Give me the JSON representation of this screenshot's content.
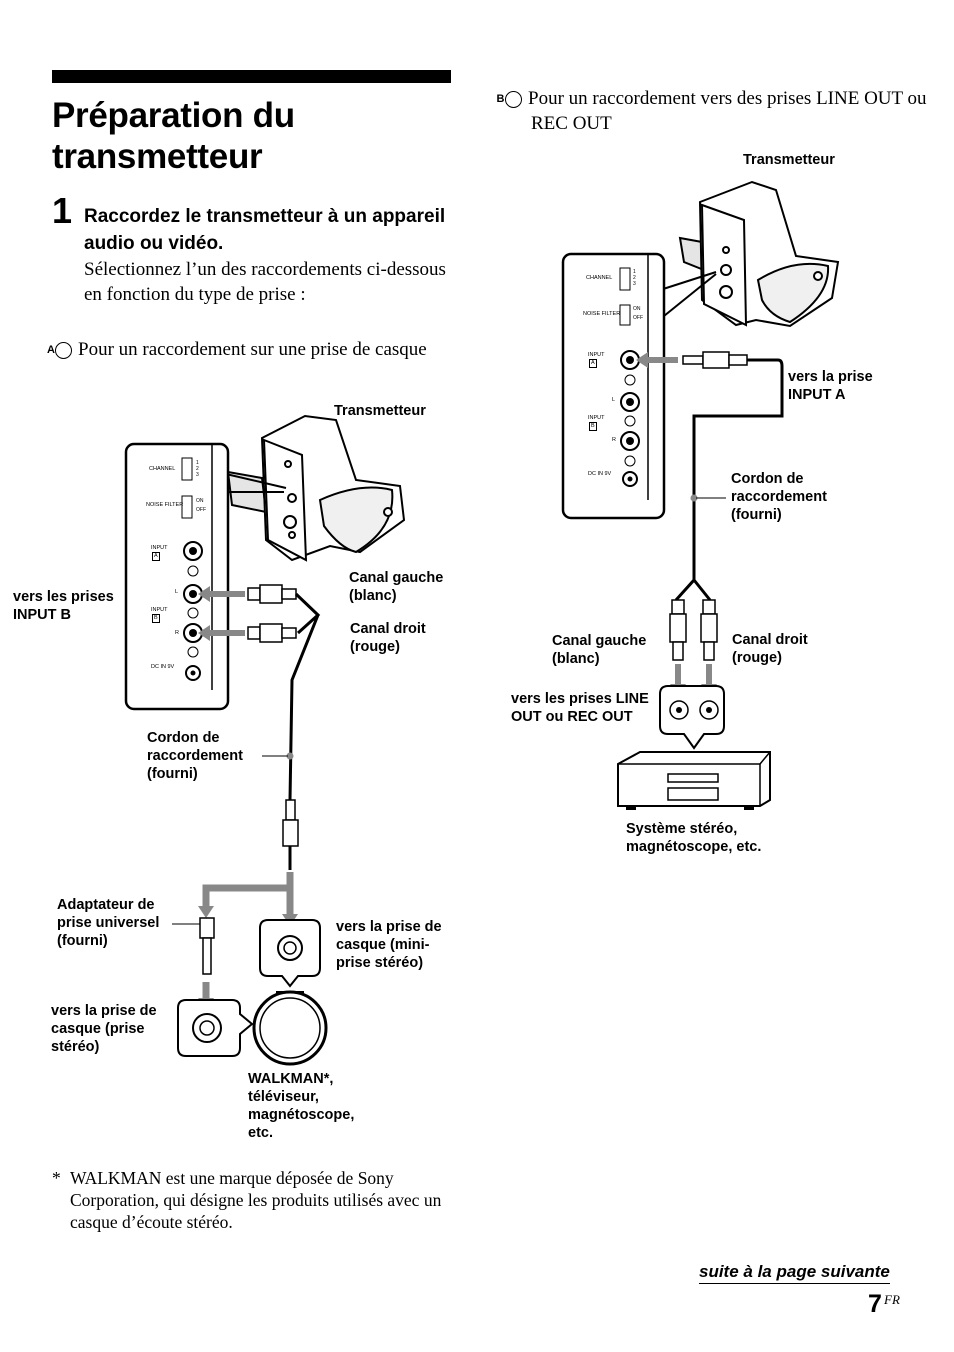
{
  "page": {
    "title": "Préparation du transmetteur",
    "step": {
      "number": "1",
      "heading": "Raccordez le transmetteur à un appareil audio ou vidéo.",
      "body": "Sélectionnez l’un des raccordements ci-dessous en fonction du type de prise :"
    },
    "option_a": {
      "marker": "A",
      "text": "Pour un raccordement sur une prise de casque"
    },
    "option_b": {
      "marker": "B",
      "text": "Pour un raccordement vers des prises LINE OUT ou REC OUT"
    },
    "footnote": {
      "star": "*",
      "text": "WALKMAN est une marque déposée de Sony Corporation, qui désigne les produits utilisés avec un casque d’écoute stéréo."
    },
    "continued": "suite à la page suivante",
    "page_number": "7",
    "page_suffix": "FR"
  },
  "diagram_a": {
    "transmitter": "Transmetteur",
    "to_input_b": [
      "vers les prises",
      "INPUT B"
    ],
    "left_channel": [
      "Canal gauche",
      "(blanc)"
    ],
    "right_channel": [
      "Canal droit",
      "(rouge)"
    ],
    "cord": [
      "Cordon de",
      "raccordement",
      "(fourni)"
    ],
    "adapter": [
      "Adaptateur de",
      "prise universel",
      "(fourni)"
    ],
    "to_mini_jack": [
      "vers la prise de",
      "casque (mini-",
      "prise stéréo)"
    ],
    "to_stereo_jack": [
      "vers la prise de",
      "casque (prise",
      "stéréo)"
    ],
    "devices": [
      "WALKMAN*,",
      "téléviseur,",
      "magnétoscope,",
      "etc."
    ]
  },
  "diagram_b": {
    "transmitter": "Transmetteur",
    "to_input_a": [
      "vers la prise",
      "INPUT A"
    ],
    "cord": [
      "Cordon de",
      "raccordement",
      "(fourni)"
    ],
    "left_channel": [
      "Canal gauche",
      "(blanc)"
    ],
    "right_channel": [
      "Canal droit",
      "(rouge)"
    ],
    "to_line_out": [
      "vers les prises LINE",
      "OUT ou REC OUT"
    ],
    "stereo_system": [
      "Système stéréo,",
      "magnétoscope, etc."
    ]
  },
  "panel": {
    "channel": "CHANNEL",
    "channel_positions": [
      "1",
      "2",
      "3"
    ],
    "noise_filter": "NOISE FILTER",
    "on": "ON",
    "off": "OFF",
    "input": "INPUT",
    "input_a": "A",
    "input_b": "B",
    "left": "L",
    "right": "R",
    "dc_in": "DC IN 9V"
  }
}
